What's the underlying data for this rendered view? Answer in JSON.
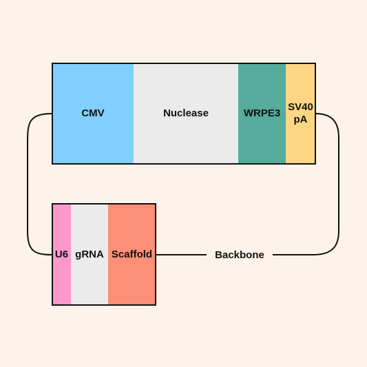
{
  "top_cassette": {
    "segments": [
      {
        "label": "CMV",
        "color": "#80cfff"
      },
      {
        "label": "Nuclease",
        "color": "#ebebeb"
      },
      {
        "label": "WRPE3",
        "color": "#55ab9c"
      },
      {
        "label": "SV40\npA",
        "color": "#fdd585"
      }
    ]
  },
  "bottom_cassette": {
    "segments": [
      {
        "label": "U6",
        "color": "#fd98cd"
      },
      {
        "label": "gRNA",
        "color": "#ebebeb"
      },
      {
        "label": "Scaffold",
        "color": "#fd8e77"
      }
    ]
  },
  "backbone": {
    "label": "Backbone"
  },
  "colors": {
    "background": "#fdf3ea",
    "outline": "#111111"
  }
}
